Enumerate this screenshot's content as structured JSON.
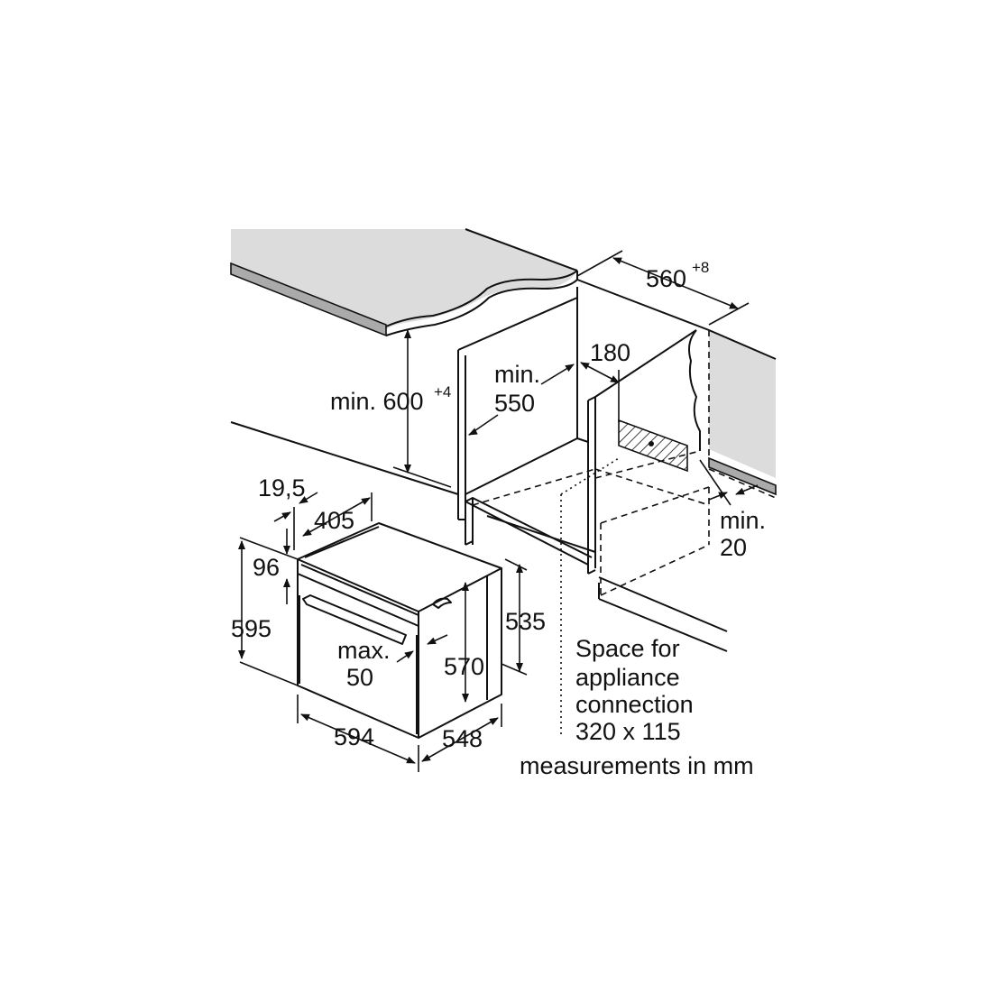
{
  "labels": {
    "niche_width": "560",
    "niche_width_tol": "+8",
    "niche_height": "min. 600",
    "niche_height_tol": "+4",
    "niche_depth_1": "min.",
    "niche_depth_2": "550",
    "socket_offset": "180",
    "gap_1": "min.",
    "gap_2": "20",
    "front_depth": "19,5",
    "panel_depth": "405",
    "panel_height": "96",
    "front_height": "595",
    "handle_1": "max.",
    "handle_2": "50",
    "body_height": "570",
    "side_height": "535",
    "front_width": "594",
    "body_depth": "548",
    "space_1": "Space for",
    "space_2": "appliance",
    "space_3": "connection",
    "space_4": "320 x 115",
    "units": "measurements in mm"
  }
}
